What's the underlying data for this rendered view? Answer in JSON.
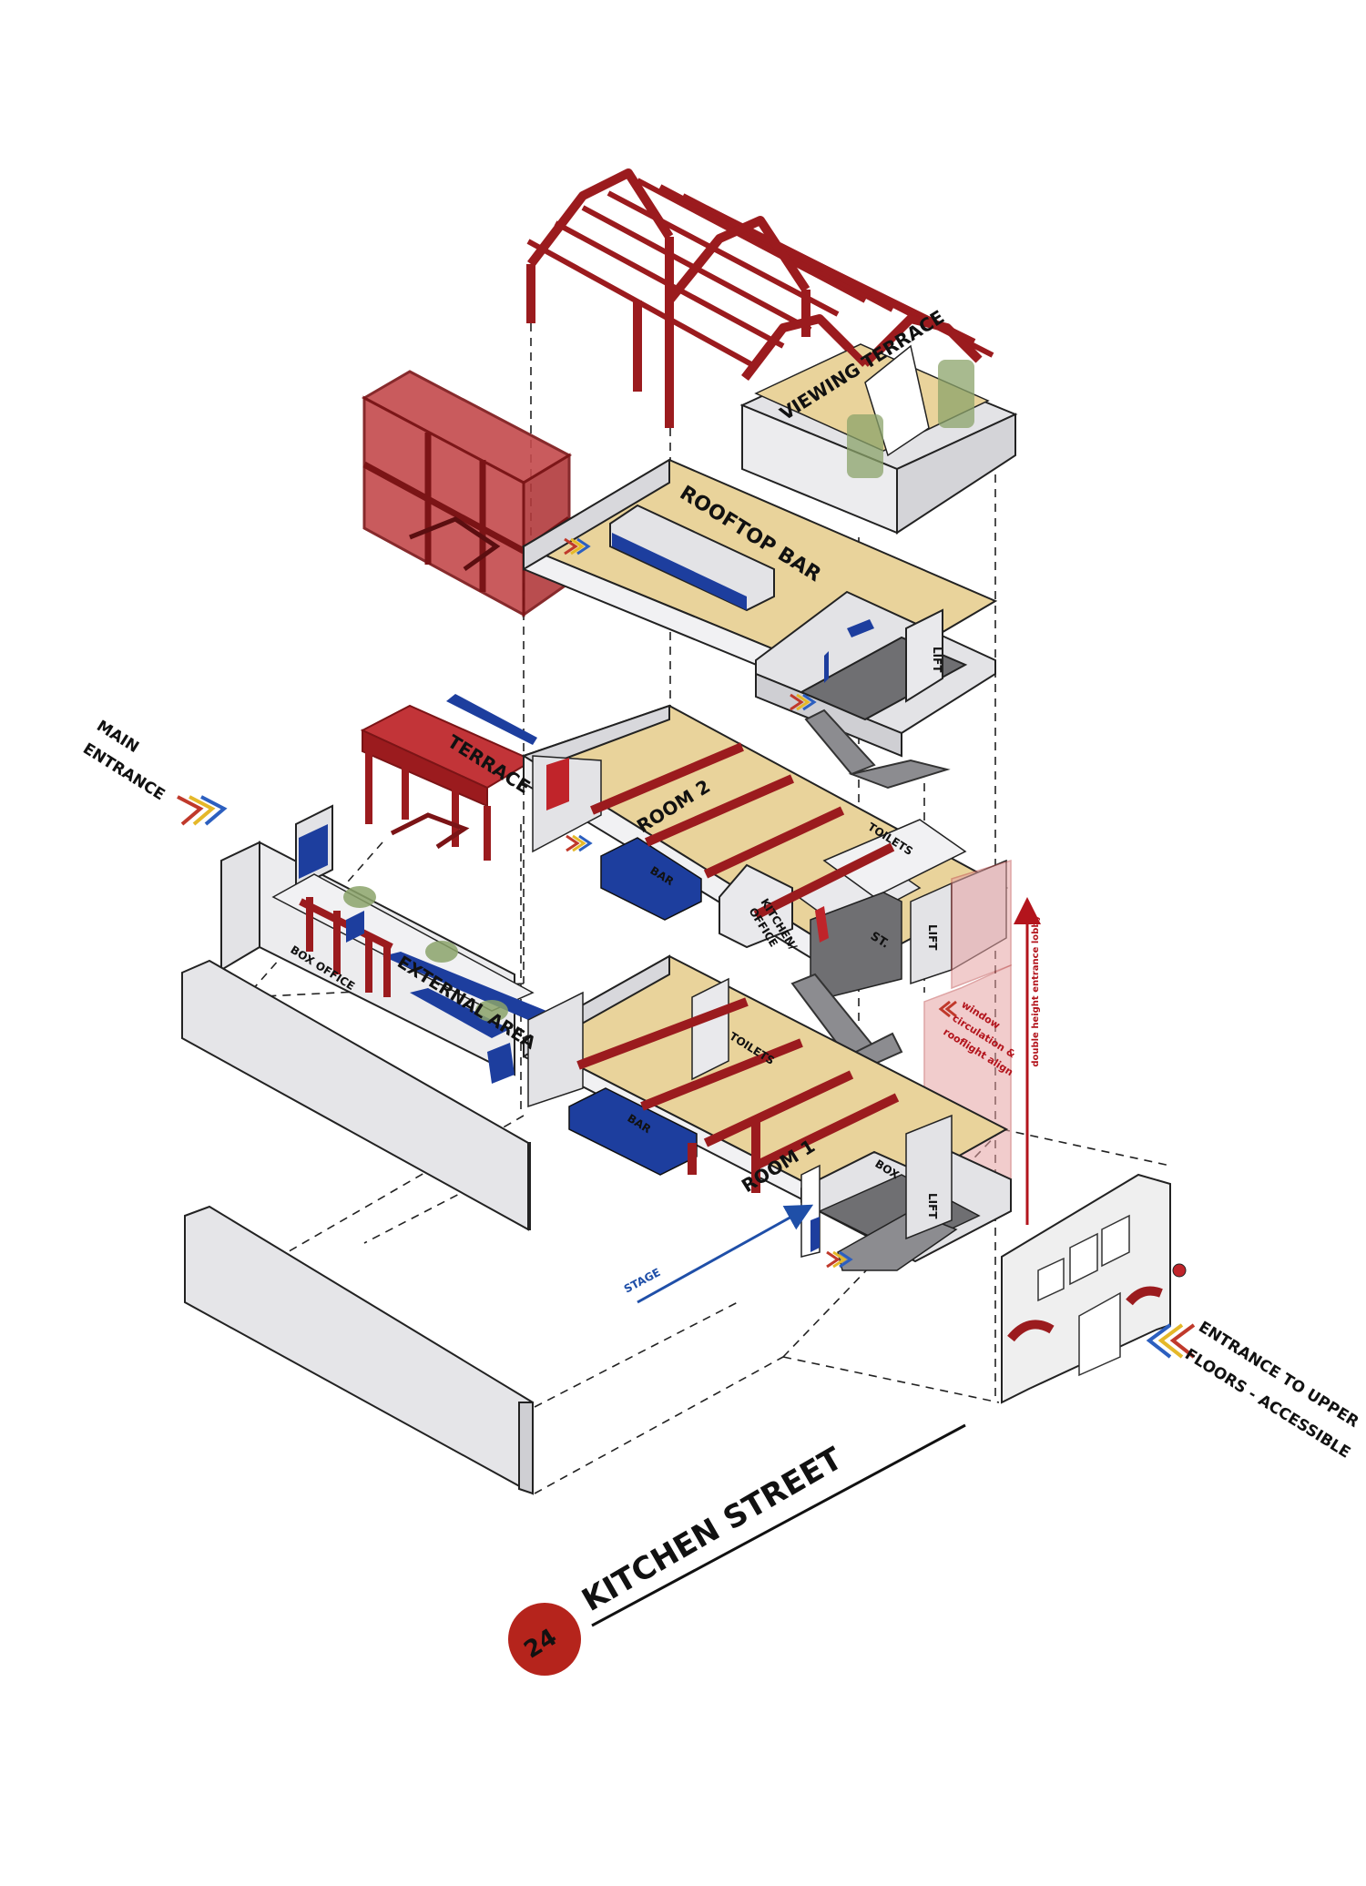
{
  "colors": {
    "structure_red": "#9b1b1e",
    "glass_red": "#c44a4c",
    "floor_yellow": "#e9d39b",
    "bar_blue": "#1d3e9e",
    "wall_grey": "#e3e3e6",
    "core_dark": "#6f6f72",
    "badge_red": "#b5241c",
    "stage_blue": "#1f4fa8",
    "chevron_red": "#c0392b",
    "chevron_yellow": "#e5b829",
    "chevron_blue": "#2c5fbf"
  },
  "labels": {
    "viewing_terrace": "VIEWING TERRACE",
    "rooftop_bar": "ROOFTOP BAR",
    "terrace": "TERRACE",
    "room_2": "ROOM 2",
    "bar_upper": "BAR",
    "toilets_upper": "TOILETS",
    "kitchen_office_1": "KITCHEN/",
    "kitchen_office_2": "OFFICE",
    "st": "ST.",
    "lift_top": "LIFT",
    "lift_mid": "LIFT",
    "lift_ground": "LIFT",
    "box_office": "BOX OFFICE",
    "external_area": "EXTERNAL AREA",
    "toilets_lower": "TOILETS",
    "bar_lower": "BAR",
    "room_1": "ROOM 1",
    "box": "BOX",
    "stage": "STAGE",
    "window_note_1": "window",
    "window_note_2": "circulation &",
    "window_note_3": "rooflight align",
    "lobby_note": "double height entrance lobby",
    "main_entrance_1": "MAIN",
    "main_entrance_2": "ENTRANCE",
    "upper_entrance_1": "ENTRANCE TO UPPER",
    "upper_entrance_2": "FLOORS - ACCESSIBLE"
  },
  "title": {
    "number": "24",
    "street": "KITCHEN STREET"
  },
  "icons": [
    "main-entrance-chevron-icon",
    "upper-entrance-chevron-icon",
    "stage-arrow-icon",
    "lobby-arrow-icon"
  ]
}
